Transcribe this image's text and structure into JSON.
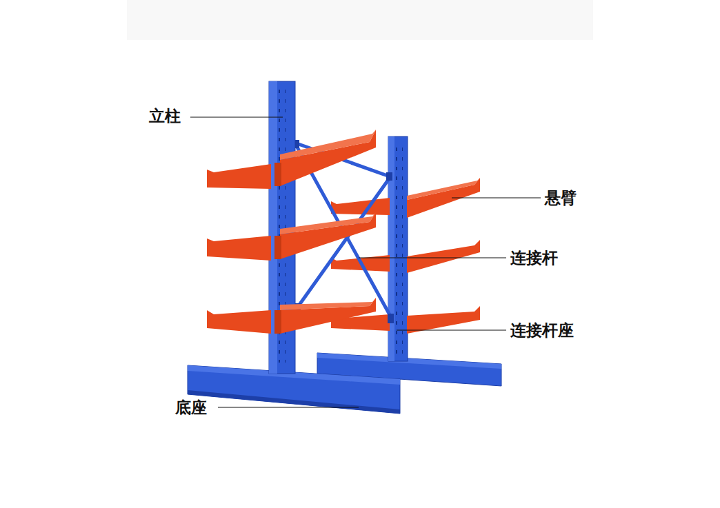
{
  "diagram": {
    "labels": [
      "立柱",
      "悬臂",
      "连接杆",
      "连接杆座",
      "底座"
    ]
  }
}
